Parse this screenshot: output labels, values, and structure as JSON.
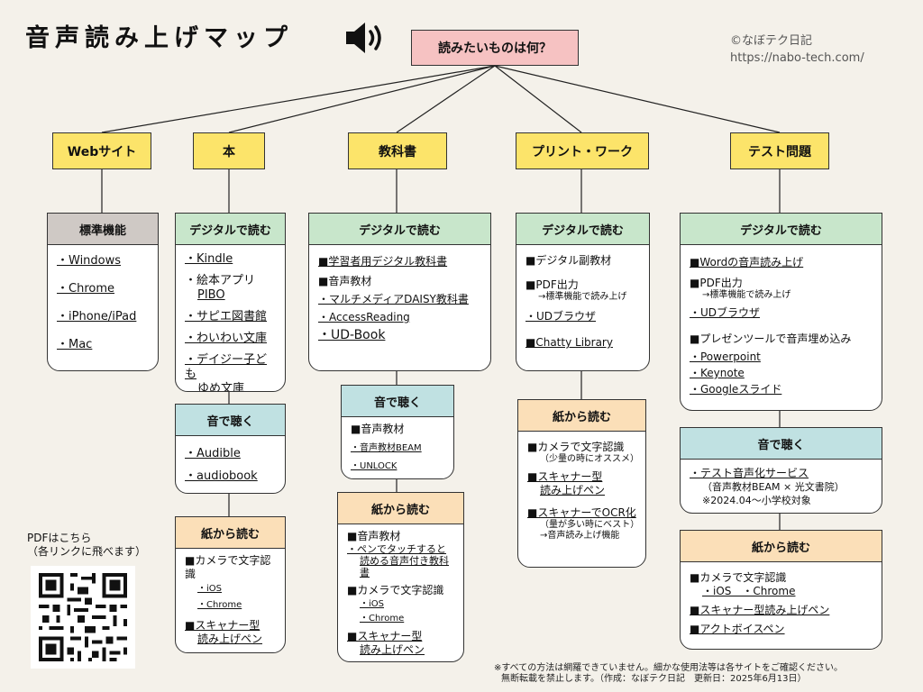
{
  "title": "音声読み上げマップ",
  "copyright": {
    "line1": "©なぼテク日記",
    "line2": "https://nabo-tech.com/"
  },
  "root": "読みたいものは何？",
  "categories": {
    "web": "Webサイト",
    "book": "本",
    "textbook": "教科書",
    "print": "プリント・ワーク",
    "test": "テスト問題"
  },
  "web": {
    "std": {
      "header": "標準機能",
      "items": [
        "・Windows",
        "・Chrome",
        "・iPhone/iPad",
        "・Mac"
      ]
    }
  },
  "book": {
    "digital": {
      "header": "デジタルで読む",
      "items": [
        "・Kindle",
        "・絵本アプリ",
        "PIBO",
        "・サピエ図書館",
        "・わいわい文庫",
        "・デイジー子ども",
        "ゆめ文庫"
      ]
    },
    "listen": {
      "header": "音で聴く",
      "items": [
        "・Audible",
        "・audiobook"
      ]
    },
    "paper": {
      "header": "紙から読む",
      "items": [
        "■カメラで文字認識",
        "・iOS",
        "・Chrome",
        "■スキャナー型",
        "読み上げペン"
      ]
    }
  },
  "textbook": {
    "digital": {
      "header": "デジタルで読む",
      "items": [
        "■学習者用デジタル教科書",
        "■音声教材",
        "・マルチメディアDAISY教科書",
        "・AccessReading",
        "・UD-Book"
      ]
    },
    "listen": {
      "header": "音で聴く",
      "items": [
        "■音声教材",
        "・音声教材BEAM",
        "・UNLOCK"
      ]
    },
    "paper": {
      "header": "紙から読む",
      "items": [
        "■音声教材",
        "・ペンでタッチすると",
        "読める音声付き教科書",
        "■カメラで文字認識",
        "・iOS",
        "・Chrome",
        "■スキャナー型",
        "読み上げペン"
      ]
    }
  },
  "print": {
    "digital": {
      "header": "デジタルで読む",
      "items": [
        "■デジタル副教材",
        "■PDF出力",
        "→標準機能で読み上げ",
        "・UDブラウザ",
        "■Chatty Library"
      ]
    },
    "paper": {
      "header": "紙から読む",
      "items": [
        "■カメラで文字認識",
        "（少量の時にオススメ）",
        "■スキャナー型",
        "読み上げペン",
        "■スキャナーでOCR化",
        "（量が多い時にベスト）",
        "→音声読み上げ機能"
      ]
    }
  },
  "test": {
    "digital": {
      "header": "デジタルで読む",
      "items": [
        "■Wordの音声読み上げ",
        "■PDF出力",
        "→標準機能で読み上げ",
        "・UDブラウザ",
        "■プレゼンツールで音声埋め込み",
        "・Powerpoint",
        "・Keynote",
        "・Googleスライド"
      ]
    },
    "listen": {
      "header": "音で聴く",
      "items": [
        "・テスト音声化サービス",
        "（音声教材BEAM × 光文書院）",
        "※2024.04〜小学校対象"
      ]
    },
    "paper": {
      "header": "紙から読む",
      "items": [
        "■カメラで文字認識",
        "・iOS　・Chrome",
        "■スキャナー型読み上げペン",
        "■アクトボイスペン"
      ]
    }
  },
  "qr": {
    "label1": "PDFはこちら",
    "label2": "（各リンクに飛べます）"
  },
  "footer": {
    "line1": "※すべての方法は網羅できていません。細かな使用法等は各サイトをご確認ください。",
    "line2": "無断転載を禁止します。（作成：なぼテク日記　更新日：2025年6月13日）"
  }
}
